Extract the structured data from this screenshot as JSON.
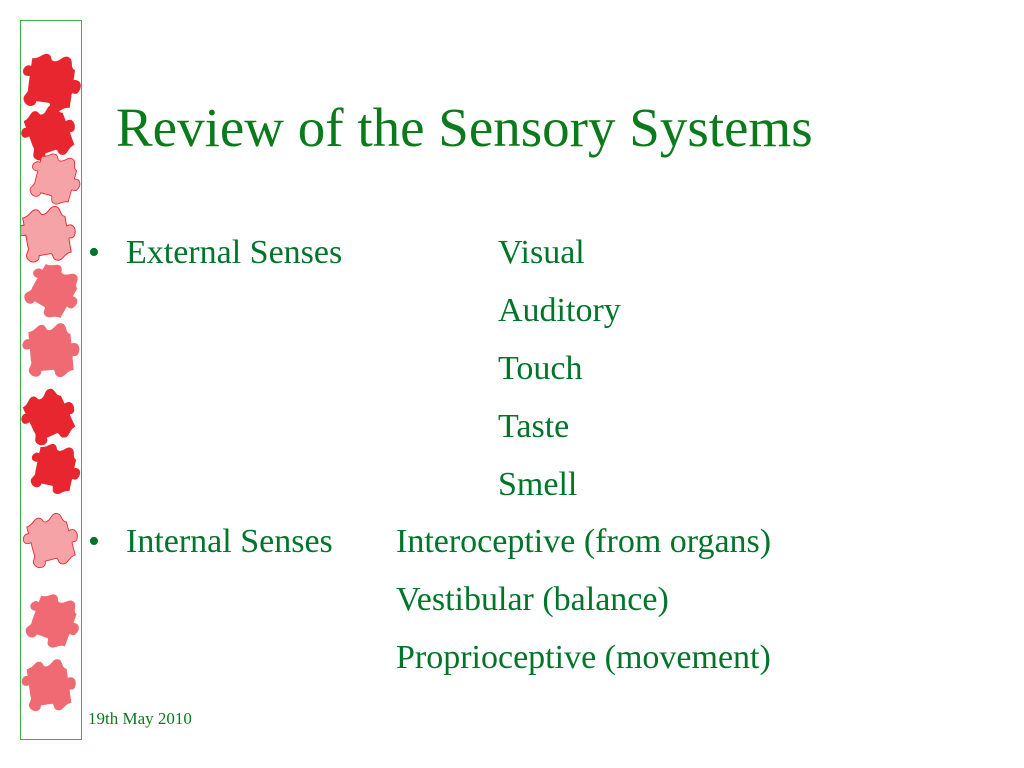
{
  "slide": {
    "title": "Review of the Sensory Systems",
    "external": {
      "bullet": "•",
      "label": "External Senses",
      "items": [
        "Visual",
        "Auditory",
        "Touch",
        "Taste",
        "Smell"
      ]
    },
    "internal": {
      "bullet": "•",
      "label": "Internal Senses",
      "items": [
        "Interoceptive (from organs)",
        "Vestibular (balance)",
        "Proprioceptive (movement)"
      ]
    },
    "footer": {
      "date": "19th May 2010"
    }
  },
  "colors": {
    "title_text": "#0b7a1a",
    "body_text": "#00752a",
    "puzzle_red": "#e8262f",
    "puzzle_pink": "#f6a3a8",
    "puzzle_mid": "#ef6a72",
    "border_green": "#3cb043"
  }
}
